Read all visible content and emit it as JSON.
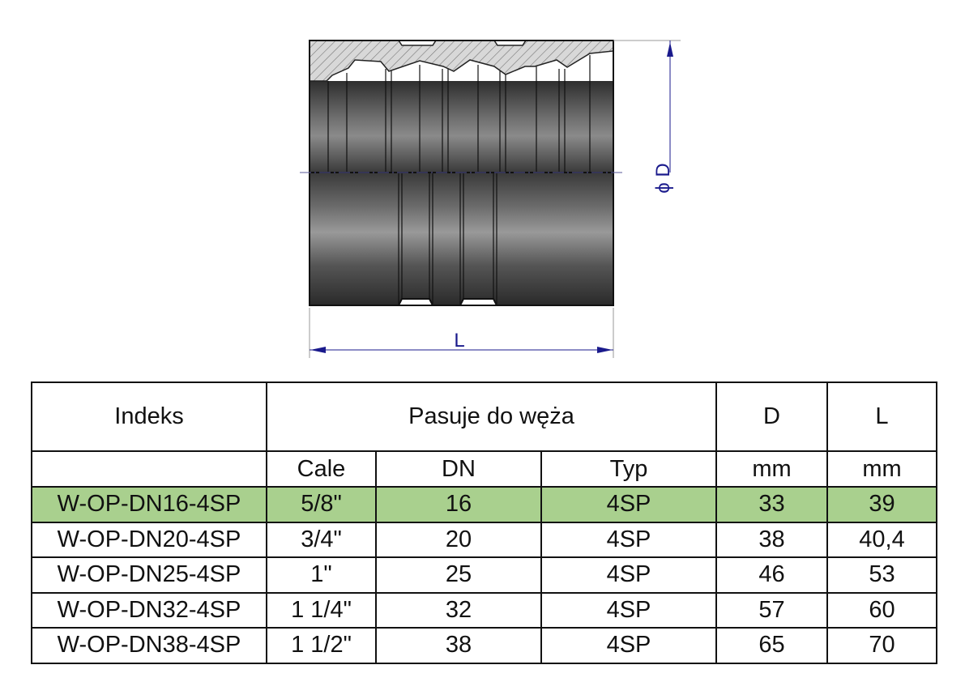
{
  "drawing": {
    "dim_diameter_label": "ϕ D",
    "dim_length_label": "L",
    "dimension_color": "#1a1a8c",
    "hatch_color": "#8a8a8a"
  },
  "table": {
    "header": {
      "index": "Indeks",
      "fits_hose": "Pasuje do węża",
      "d": "D",
      "l": "L"
    },
    "subheader": {
      "inch": "Cale",
      "dn": "DN",
      "type": "Typ",
      "d_unit": "mm",
      "l_unit": "mm"
    },
    "highlight_color": "#a9d08e",
    "rows": [
      {
        "index": "W-OP-DN16-4SP",
        "inch": "5/8\"",
        "dn": "16",
        "type": "4SP",
        "d": "33",
        "l": "39"
      },
      {
        "index": "W-OP-DN20-4SP",
        "inch": "3/4\"",
        "dn": "20",
        "type": "4SP",
        "d": "38",
        "l": "40,4"
      },
      {
        "index": "W-OP-DN25-4SP",
        "inch": "1\"",
        "dn": "25",
        "type": "4SP",
        "d": "46",
        "l": "53"
      },
      {
        "index": "W-OP-DN32-4SP",
        "inch": "1 1/4\"",
        "dn": "32",
        "type": "4SP",
        "d": "57",
        "l": "60"
      },
      {
        "index": "W-OP-DN38-4SP",
        "inch": "1 1/2\"",
        "dn": "38",
        "type": "4SP",
        "d": "65",
        "l": "70"
      }
    ]
  }
}
